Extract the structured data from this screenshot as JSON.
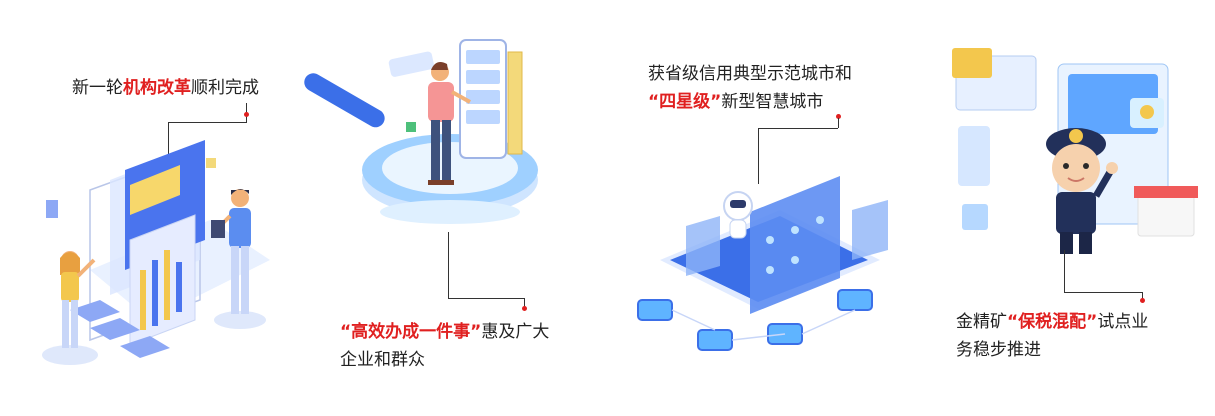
{
  "panels": [
    {
      "plain_before": "新一轮",
      "highlight": "机构改革",
      "plain_after": "顺利完成",
      "icon": "team-dashboard-illustration"
    },
    {
      "highlight": "“高效办成一件事”",
      "plain_after": "惠及广大",
      "line2": "企业和群众",
      "icon": "magnifier-phone-illustration"
    },
    {
      "line1": "获省级信用典型示范城市和",
      "highlight": "“四星级”",
      "plain_after": "新型智慧城市",
      "icon": "robot-smart-city-illustration"
    },
    {
      "plain_before": "金精矿",
      "highlight": "“保税混配”",
      "plain_after": "试点业",
      "line2": "务稳步推进",
      "icon": "officer-shop-illustration"
    }
  ],
  "colors": {
    "accent_red": "#e02020",
    "blue": "#3b6fe8",
    "light_blue": "#9fd0ff"
  }
}
